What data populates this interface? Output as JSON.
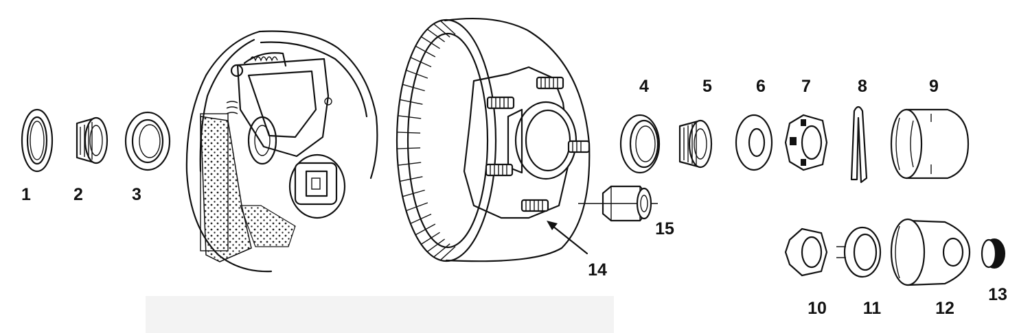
{
  "parts": {
    "p1": "1",
    "p2": "2",
    "p3": "3",
    "p4": "4",
    "p5": "5",
    "p6": "6",
    "p7": "7",
    "p8": "8",
    "p9": "9",
    "p10": "10",
    "p11": "11",
    "p12": "12",
    "p13": "13",
    "p14": "14",
    "p15": "15"
  },
  "colors": {
    "line": "#111111",
    "panel": "#f3f3f3",
    "background": "#ffffff"
  }
}
